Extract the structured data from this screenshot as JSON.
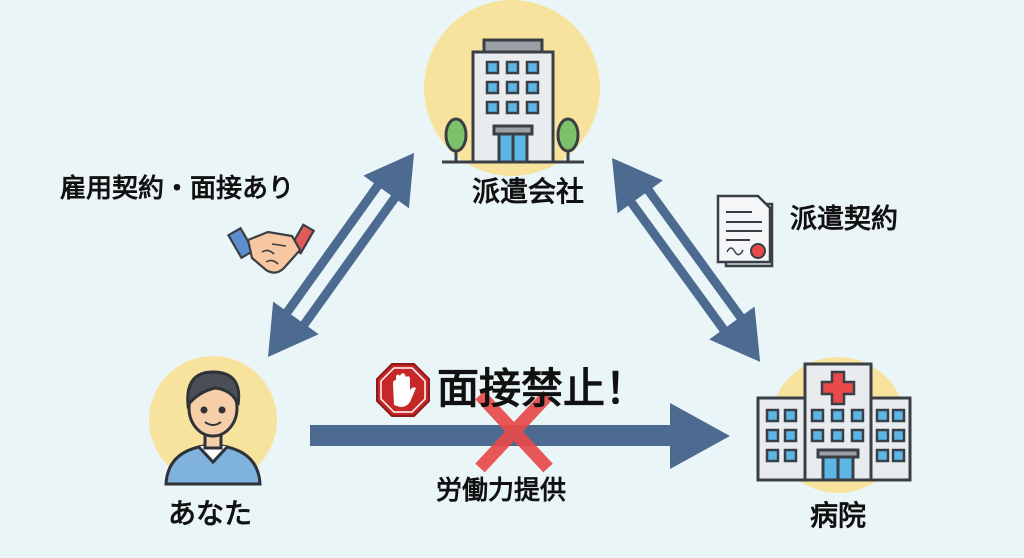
{
  "nodes": {
    "agency": "派遣会社",
    "you": "あなた",
    "hospital": "病院"
  },
  "relations": {
    "employment": "雇用契約・面接あり",
    "dispatch_contract": "派遣契約",
    "labor": "労働力提供",
    "interview_banned": "面接禁止！"
  },
  "colors": {
    "background": "#eaf5f8",
    "arrow": "#4d6a91",
    "circle": "#f8e39e",
    "prohibit": "#e84a4a"
  }
}
